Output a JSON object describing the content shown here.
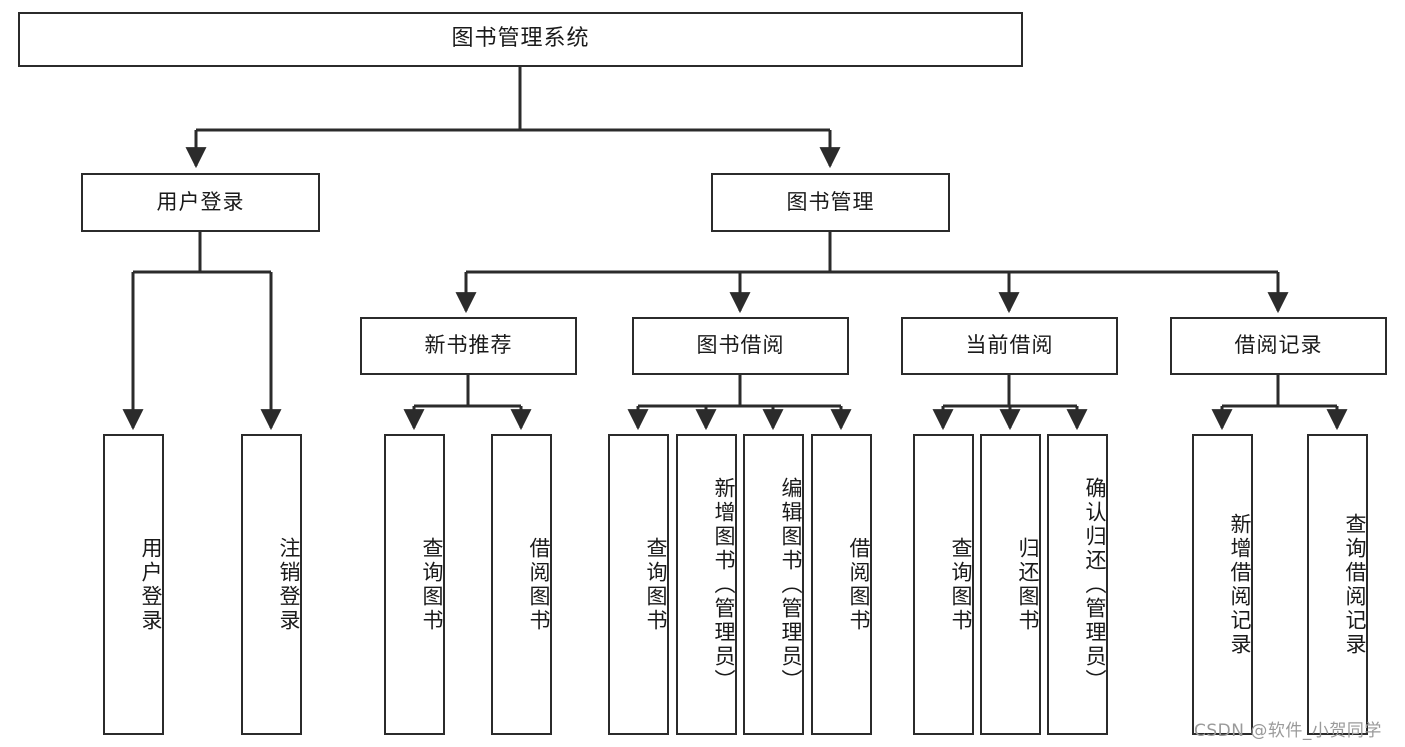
{
  "diagram": {
    "title": "图书管理系统",
    "watermark": "CSDN @软件_小贺同学",
    "line_color": "#2b2b2b",
    "box_fill": "#ffffff",
    "text_color": "#1a1a1a",
    "watermark_color": "#9a9a9a"
  },
  "nodes": {
    "root": "图书管理系统",
    "level1": {
      "user_login": "用户登录",
      "book_manage": "图书管理"
    },
    "level2": {
      "new_book_recommend": "新书推荐",
      "book_borrow": "图书借阅",
      "current_borrow": "当前借阅",
      "borrow_record": "借阅记录"
    },
    "leaves": {
      "user_login_children": [
        "用户登录",
        "注销登录"
      ],
      "new_book_recommend_children": [
        "查询图书",
        "借阅图书"
      ],
      "book_borrow_children": [
        "查询图书",
        "新增图书（管理员）",
        "编辑图书（管理员）",
        "借阅图书"
      ],
      "current_borrow_children": [
        "查询图书",
        "归还图书",
        "确认归还（管理员）"
      ],
      "borrow_record_children": [
        "新增借阅记录",
        "查询借阅记录"
      ]
    }
  }
}
